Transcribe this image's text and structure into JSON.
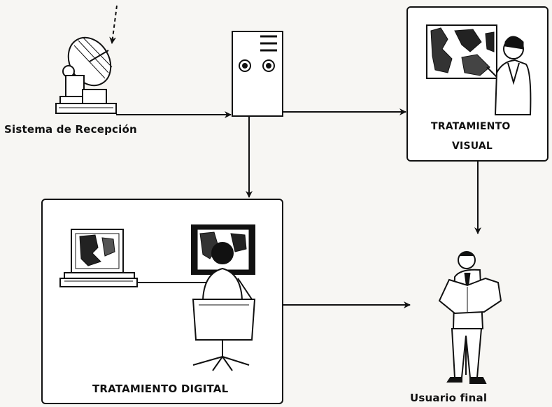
{
  "labels": {
    "reception_system": "Sistema de Recepción",
    "visual_treatment_line1": "TRATAMIENTO",
    "visual_treatment_line2": "VISUAL",
    "digital_treatment": "TRATAMIENTO DIGITAL",
    "end_user": "Usuario final"
  },
  "icons": [
    "satellite-dish-icon",
    "computer-tower-icon",
    "presenter-with-map-icon",
    "desktop-computer-icon",
    "operator-at-workstation-icon",
    "person-reading-map-icon"
  ],
  "colors": {
    "ink": "#111111",
    "paper": "#f7f6f3"
  }
}
